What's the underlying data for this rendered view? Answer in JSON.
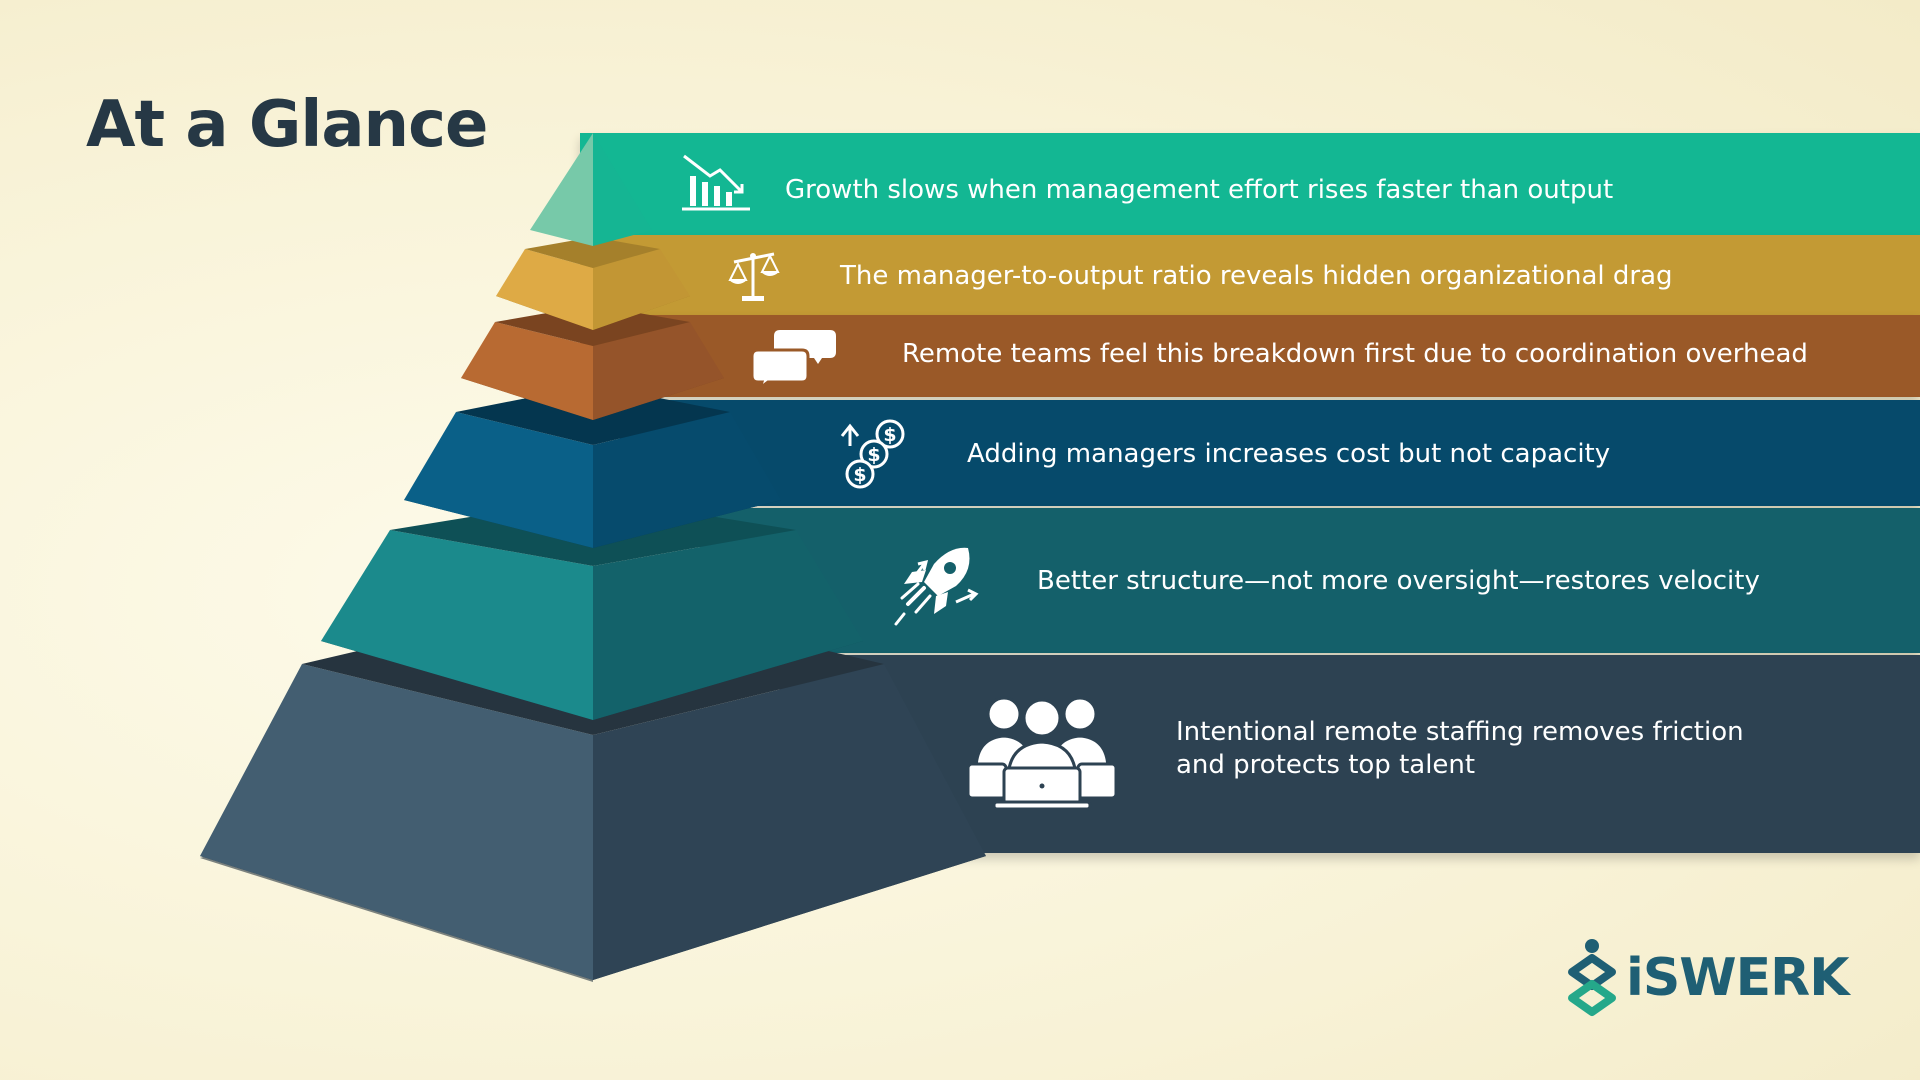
{
  "title": "At a Glance",
  "tiers": [
    {
      "text": "Growth slows when management effort rises faster than output",
      "icon": "declining-bar-chart-icon",
      "color": "#13b793"
    },
    {
      "text": "The manager-to-output ratio reveals hidden organizational drag",
      "icon": "balance-scale-icon",
      "color": "#c39a34"
    },
    {
      "text": "Remote teams feel this breakdown first due to coordination overhead",
      "icon": "chat-bubbles-icon",
      "color": "#9a5928"
    },
    {
      "text": "Adding managers increases cost but not capacity",
      "icon": "rising-dollar-coins-icon",
      "color": "#064a6b"
    },
    {
      "text": "Better structure—not more oversight—restores velocity",
      "icon": "rocket-icon",
      "color": "#14606a"
    },
    {
      "text_line1": "Intentional remote staffing removes friction",
      "text_line2": "and protects top talent",
      "icon": "team-laptop-icon",
      "color": "#2d4252"
    }
  ],
  "brand": {
    "name": "iSWERK",
    "color": "#1f5f74",
    "accent": "#25a88a"
  }
}
